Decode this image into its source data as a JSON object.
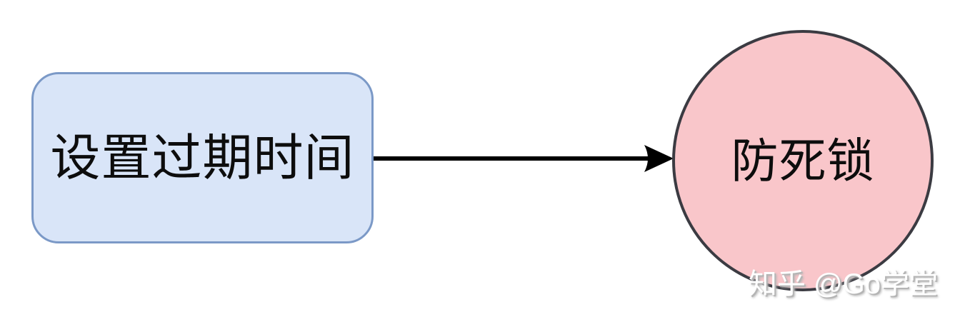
{
  "diagram": {
    "nodes": [
      {
        "id": "set-expire-time",
        "shape": "rounded-rectangle",
        "label": "设置过期时间",
        "fill": "#d9e5f8",
        "border": "#7b99c7"
      },
      {
        "id": "anti-deadlock",
        "shape": "circle",
        "label": "防死锁",
        "fill": "#f9c6ca",
        "border": "#3b3b42"
      }
    ],
    "edge": {
      "from": "set-expire-time",
      "to": "anti-deadlock",
      "type": "arrow",
      "direction": "right",
      "color": "#000000"
    }
  },
  "watermark": {
    "text": "知乎 @Go学堂",
    "color": "#ffffff",
    "shadow": "#b5b5b5"
  },
  "theme": {
    "bg": "#ffffff",
    "node1-fill": "#d9e5f8",
    "node1-border": "#7b99c7",
    "node2-fill": "#f9c6ca",
    "node2-border": "#3b3b42",
    "edge-color": "#000000",
    "label-color": "#0d0d0d",
    "watermark-color": "#ffffff",
    "watermark-shadow": "#b5b5b5"
  }
}
